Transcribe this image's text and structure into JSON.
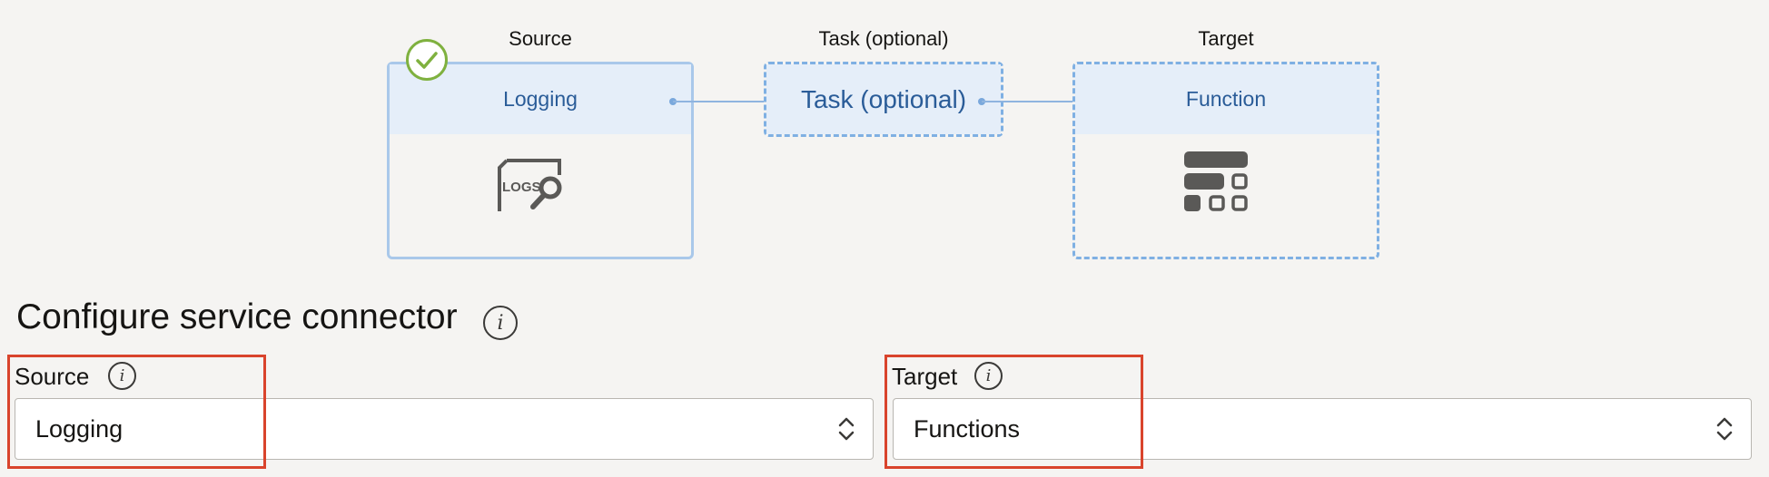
{
  "flow": {
    "source": {
      "stage_label": "Source",
      "card_title": "Logging",
      "icon": "logs-search-icon",
      "completed": true
    },
    "task": {
      "stage_label": "Task (optional)",
      "card_title": "Task (optional)"
    },
    "target": {
      "stage_label": "Target",
      "card_title": "Function",
      "icon": "function-blocks-icon"
    }
  },
  "form": {
    "title": "Configure service connector",
    "title_info_glyph": "i",
    "source": {
      "label": "Source",
      "info_glyph": "i",
      "value": "Logging"
    },
    "target": {
      "label": "Target",
      "info_glyph": "i",
      "value": "Functions"
    }
  },
  "colors": {
    "accent_blue": "#2a5c98",
    "card_header": "#e5eef9",
    "highlight_red": "#d9442c",
    "success_green": "#7fb13f"
  }
}
